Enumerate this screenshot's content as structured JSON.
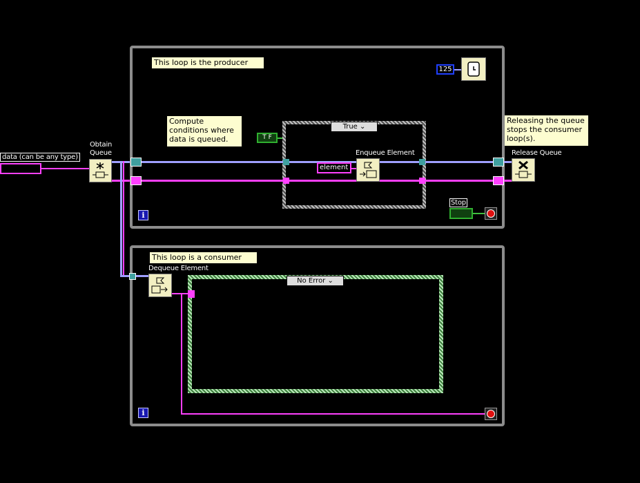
{
  "control_label": "data (can be any type)",
  "obtain_queue": {
    "label_line1": "Obtain",
    "label_line2": "Queue"
  },
  "producer_note": "This loop is the producer loop.",
  "compute_note": "Compute conditions where data is queued.",
  "wait_constant": "125",
  "bool_constant": "T F",
  "case_true": {
    "selector": "True"
  },
  "enqueue": {
    "label": "Enqueue Element",
    "terminal": "element"
  },
  "stop": {
    "label": "Stop"
  },
  "release_note": "Releasing the queue stops the consumer loop(s).",
  "release_queue": {
    "label": "Release Queue"
  },
  "consumer_note": "This loop is a consumer loop.",
  "dequeue": {
    "label": "Dequeue Element"
  },
  "case_noerror": {
    "selector": "No Error"
  },
  "iteration_symbol": "i",
  "colors": {
    "pink_wire": "#ff40ff",
    "blue_wire": "#a0a0ff",
    "loop_border": "#8c8c8c",
    "case_border": "#a8d8a8",
    "note_bg": "#fdfdd0"
  }
}
